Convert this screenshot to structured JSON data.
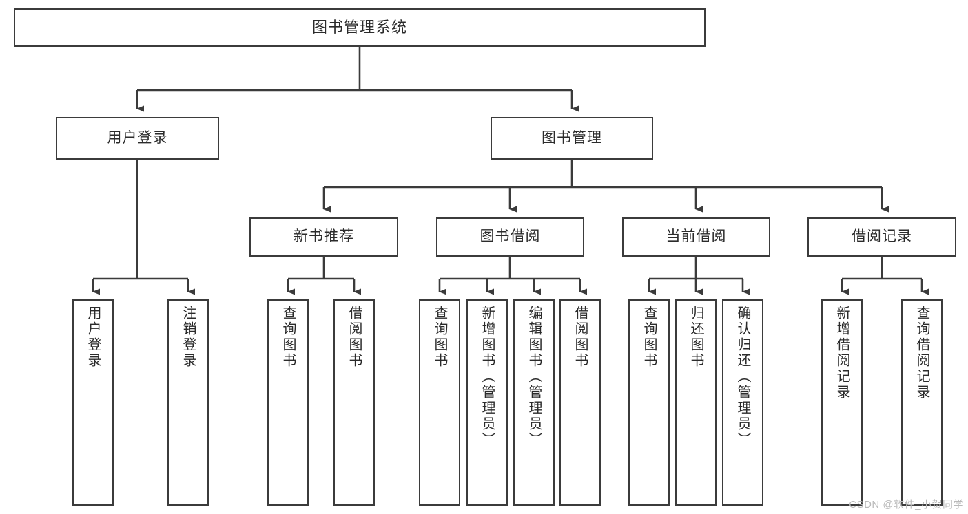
{
  "diagram": {
    "title": "图书管理系统",
    "type": "functional-structure-tree",
    "root": {
      "label": "图书管理系统"
    },
    "level2": [
      {
        "label": "用户登录"
      },
      {
        "label": "图书管理"
      }
    ],
    "level3": [
      {
        "label": "新书推荐"
      },
      {
        "label": "图书借阅"
      },
      {
        "label": "当前借阅"
      },
      {
        "label": "借阅记录"
      }
    ],
    "leaves": {
      "user_login": [
        {
          "label": "用户登录"
        },
        {
          "label": "注销登录"
        }
      ],
      "new_book_recommend": [
        {
          "label": "查询图书"
        },
        {
          "label": "借阅图书"
        }
      ],
      "book_borrow": [
        {
          "label": "查询图书"
        },
        {
          "label": "新增图书（管理员）"
        },
        {
          "label": "编辑图书（管理员）"
        },
        {
          "label": "借阅图书"
        }
      ],
      "current_borrow": [
        {
          "label": "查询图书"
        },
        {
          "label": "归还图书"
        },
        {
          "label": "确认归还（管理员）"
        }
      ],
      "borrow_record": [
        {
          "label": "新增借阅记录"
        },
        {
          "label": "查询借阅记录"
        }
      ]
    }
  },
  "watermark": {
    "text": "CSDN @软件_小贺同学"
  },
  "colors": {
    "border": "#3b3b3b",
    "text": "#2b2b2b",
    "background": "#ffffff",
    "watermark": "#b9b9b9"
  }
}
